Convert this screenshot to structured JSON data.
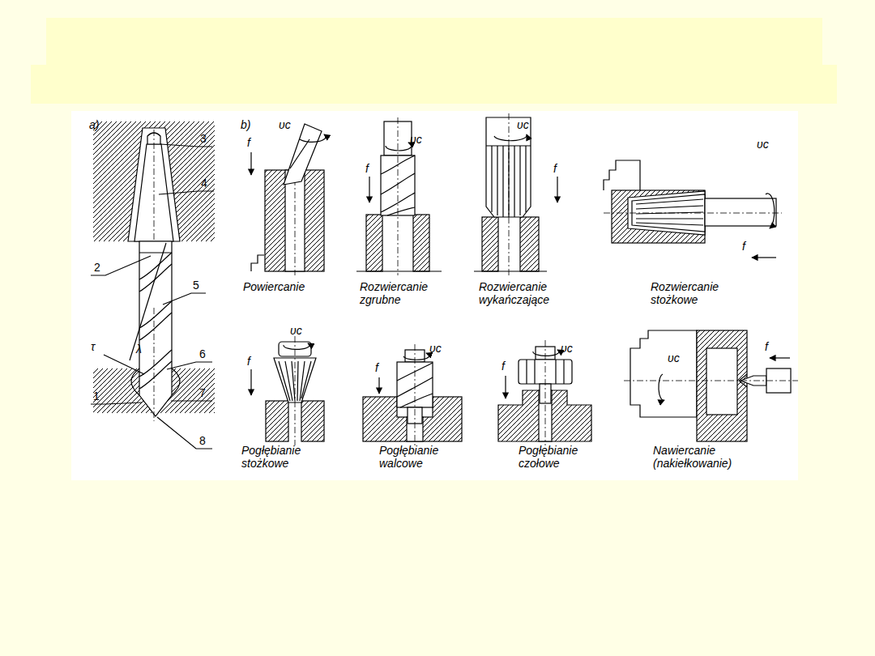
{
  "diagram": {
    "labels": [
      "a)",
      "b)",
      "3",
      "4",
      "2",
      "5",
      "τ",
      "λ",
      "6",
      "1",
      "7",
      "8",
      "f",
      "υc",
      "Powiercanie",
      "f",
      "υc",
      "Rozwiercanie zgrubne",
      "υc",
      "f",
      "Rozwiercanie wykańczające",
      "υc",
      "f",
      "Rozwiercanie stożkowe",
      "f",
      "υc",
      "Pogłębianie stożkowe",
      "f",
      "υc",
      "Pogłębianie walcowe",
      "f",
      "υc",
      "Pogłębianie czołowe",
      "υc",
      "f",
      "Nawiercanie (nakiełkowanie)"
    ]
  }
}
